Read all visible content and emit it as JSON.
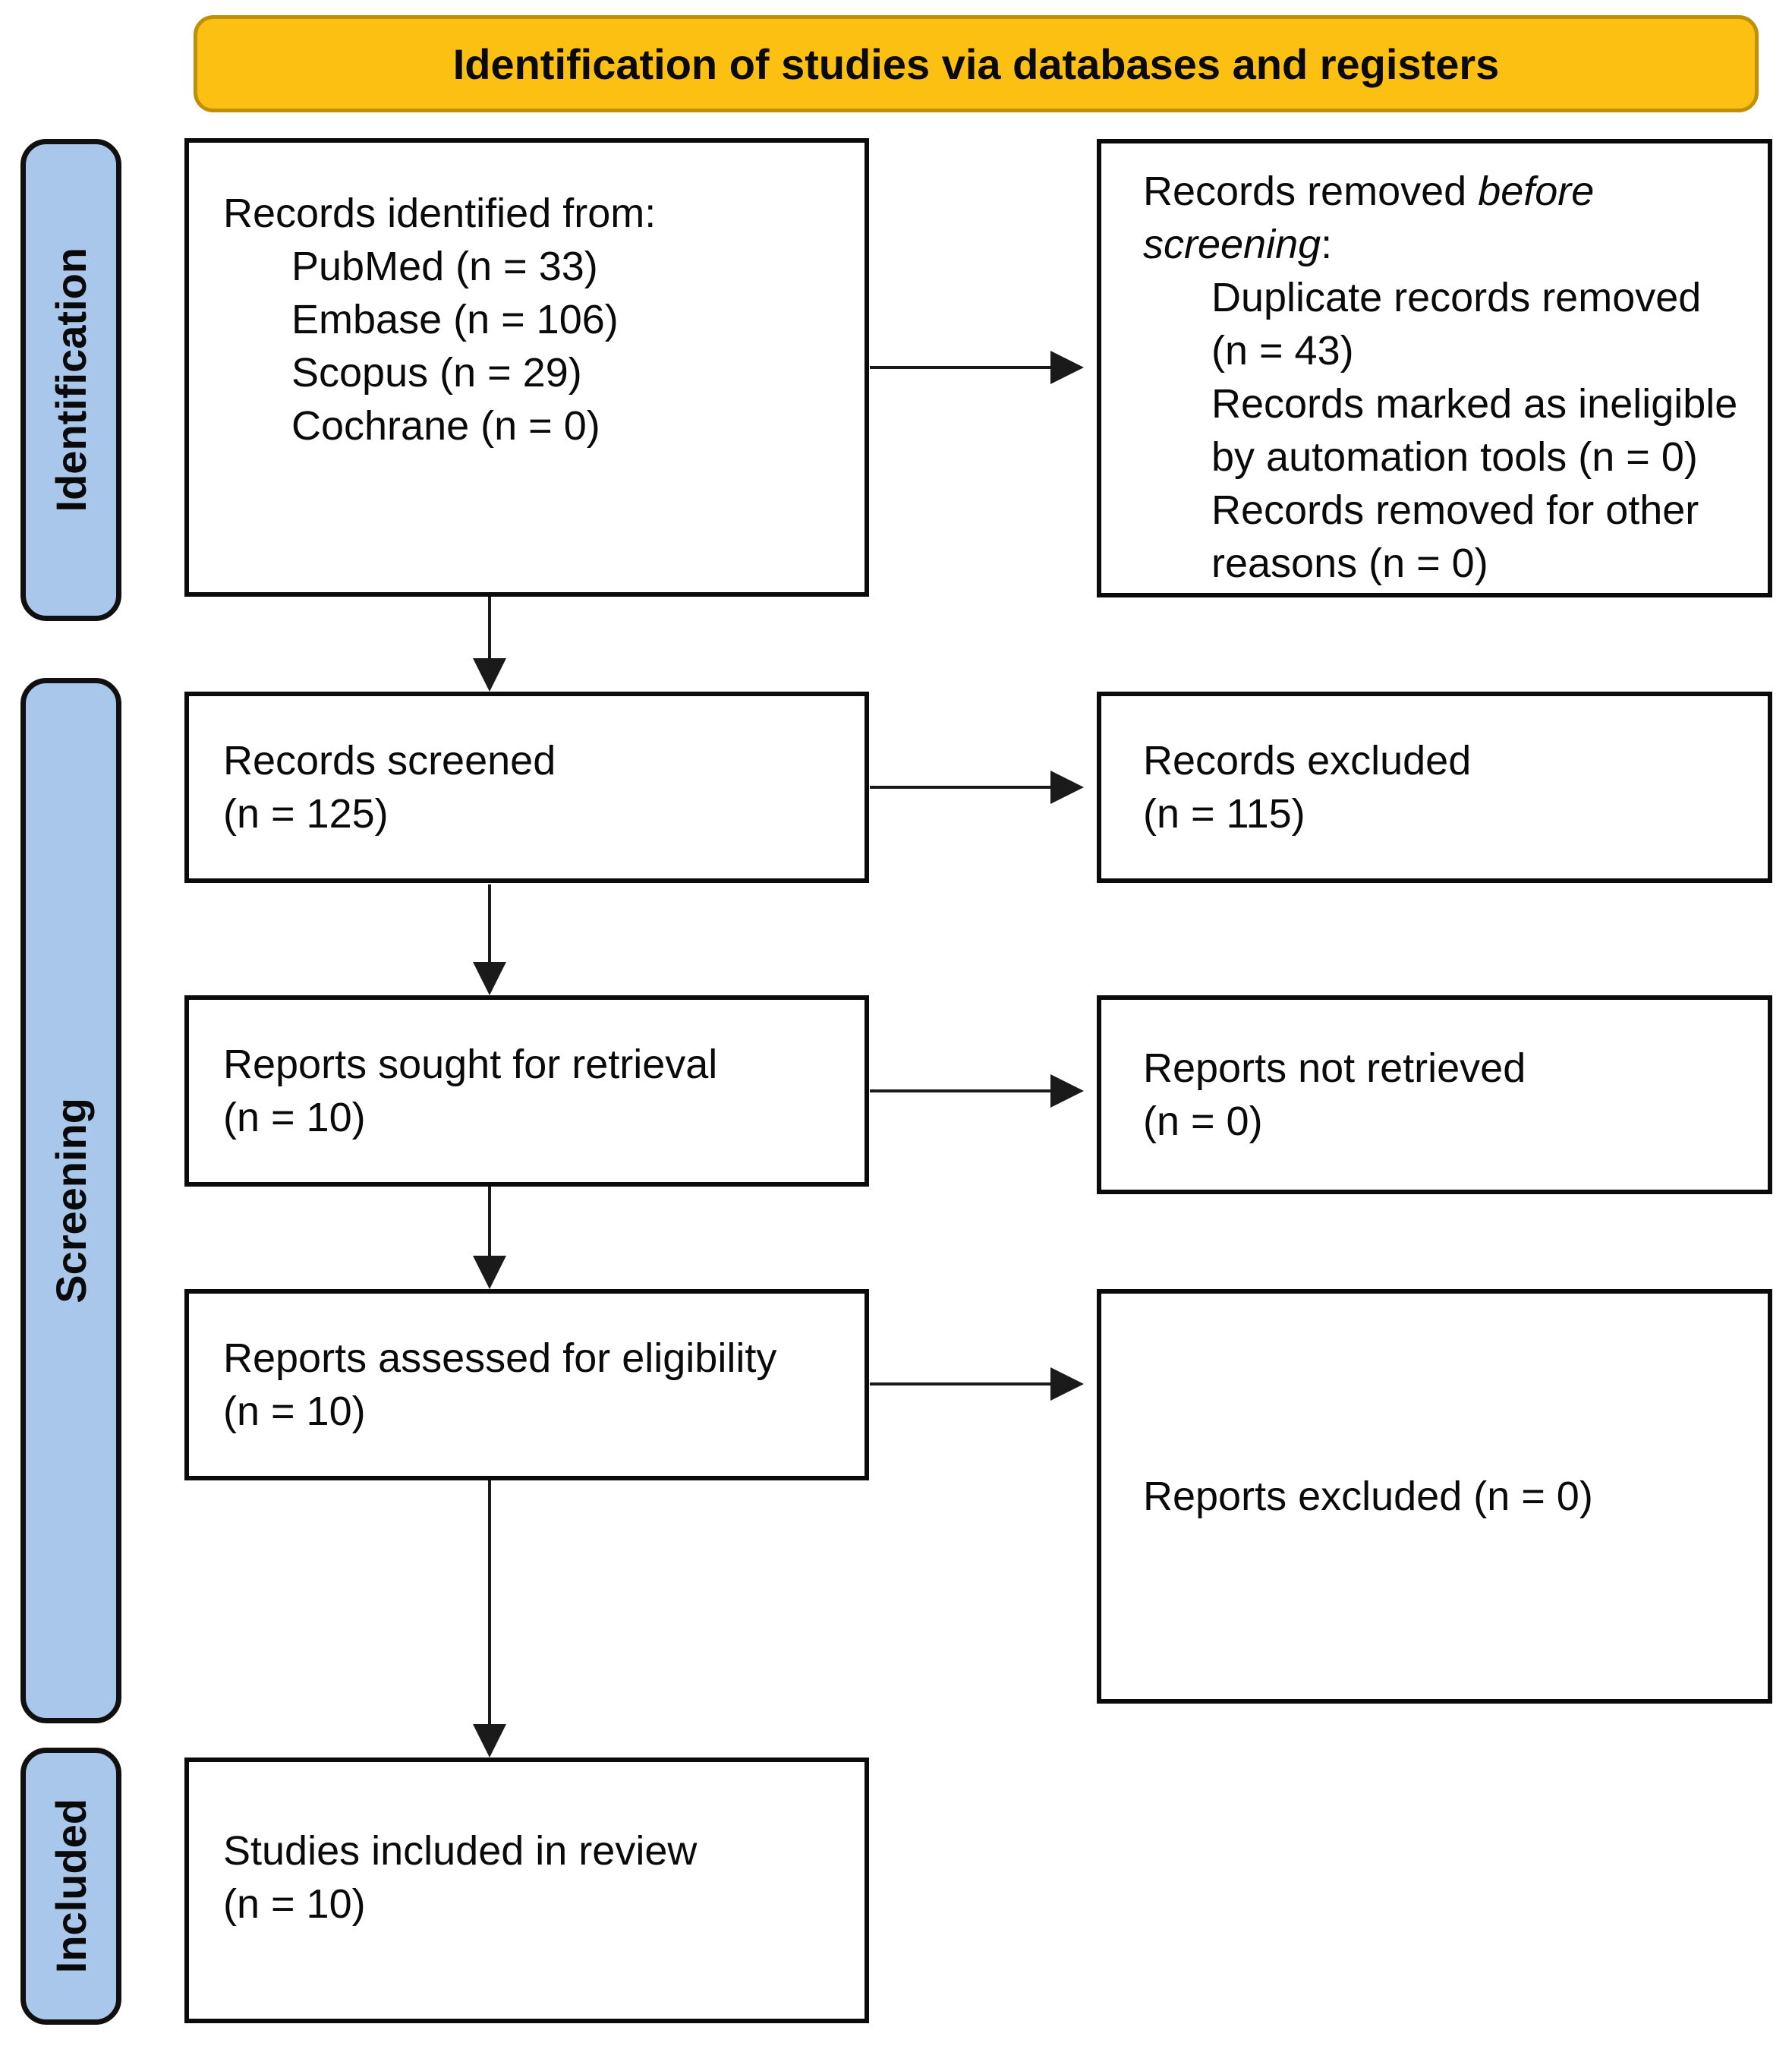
{
  "banner": {
    "title": "Identification of studies via databases and registers"
  },
  "stages": {
    "identification": "Identification",
    "screening": "Screening",
    "included": "Included"
  },
  "boxes": {
    "records_identified": {
      "title": "Records identified from:",
      "items": [
        "PubMed (n = 33)",
        "Embase (n = 106)",
        "Scopus (n = 29)",
        "Cochrane (n = 0)"
      ]
    },
    "records_removed": {
      "title_prefix": "Records removed ",
      "title_emphasis": "before screening",
      "title_suffix": ":",
      "items": [
        "Duplicate records removed (n = 43)",
        "Records marked as ineligible by automation tools (n = 0)",
        "Records removed for other reasons (n = 0)"
      ]
    },
    "records_screened": {
      "line1": "Records screened",
      "line2": "(n = 125)"
    },
    "records_excluded": {
      "line1": "Records excluded",
      "line2": "(n = 115)"
    },
    "reports_sought": {
      "line1": "Reports sought for retrieval",
      "line2": "(n = 10)"
    },
    "reports_not_retrieved": {
      "line1": "Reports not retrieved",
      "line2": "(n = 0)"
    },
    "reports_assessed": {
      "line1": "Reports assessed for eligibility",
      "line2": "(n = 10)"
    },
    "reports_excluded": {
      "line1": "Reports excluded (n = 0)"
    },
    "studies_included": {
      "line1": "Studies included in review",
      "line2": "(n = 10)"
    }
  },
  "colors": {
    "banner_fill": "#FCC013",
    "banner_border": "#C18F06",
    "stage_fill": "#A9C7EA",
    "stage_border": "#101010",
    "box_border": "#0B0B0B",
    "arrow": "#1A1A1A",
    "text": "#0A0A0A"
  }
}
